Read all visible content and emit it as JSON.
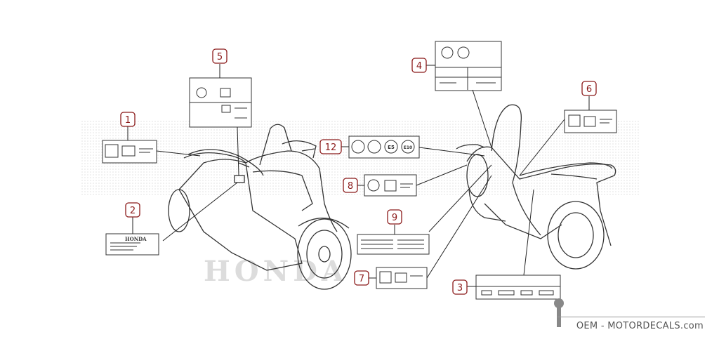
{
  "callouts": [
    {
      "id": "1",
      "label": "1"
    },
    {
      "id": "2",
      "label": "2"
    },
    {
      "id": "3",
      "label": "3"
    },
    {
      "id": "4",
      "label": "4"
    },
    {
      "id": "5",
      "label": "5"
    },
    {
      "id": "6",
      "label": "6"
    },
    {
      "id": "7",
      "label": "7"
    },
    {
      "id": "8",
      "label": "8"
    },
    {
      "id": "9",
      "label": "9"
    },
    {
      "id": "12",
      "label": "12"
    }
  ],
  "label_text": {
    "honda_brand": "HONDA",
    "es_mark": "E5",
    "e10_mark": "E10"
  },
  "watermark": {
    "text": "OEM - MOTORDECALS.com"
  },
  "colors": {
    "callout": "#8b1a1a",
    "line": "#222222",
    "faint": "#bdbdbd"
  }
}
